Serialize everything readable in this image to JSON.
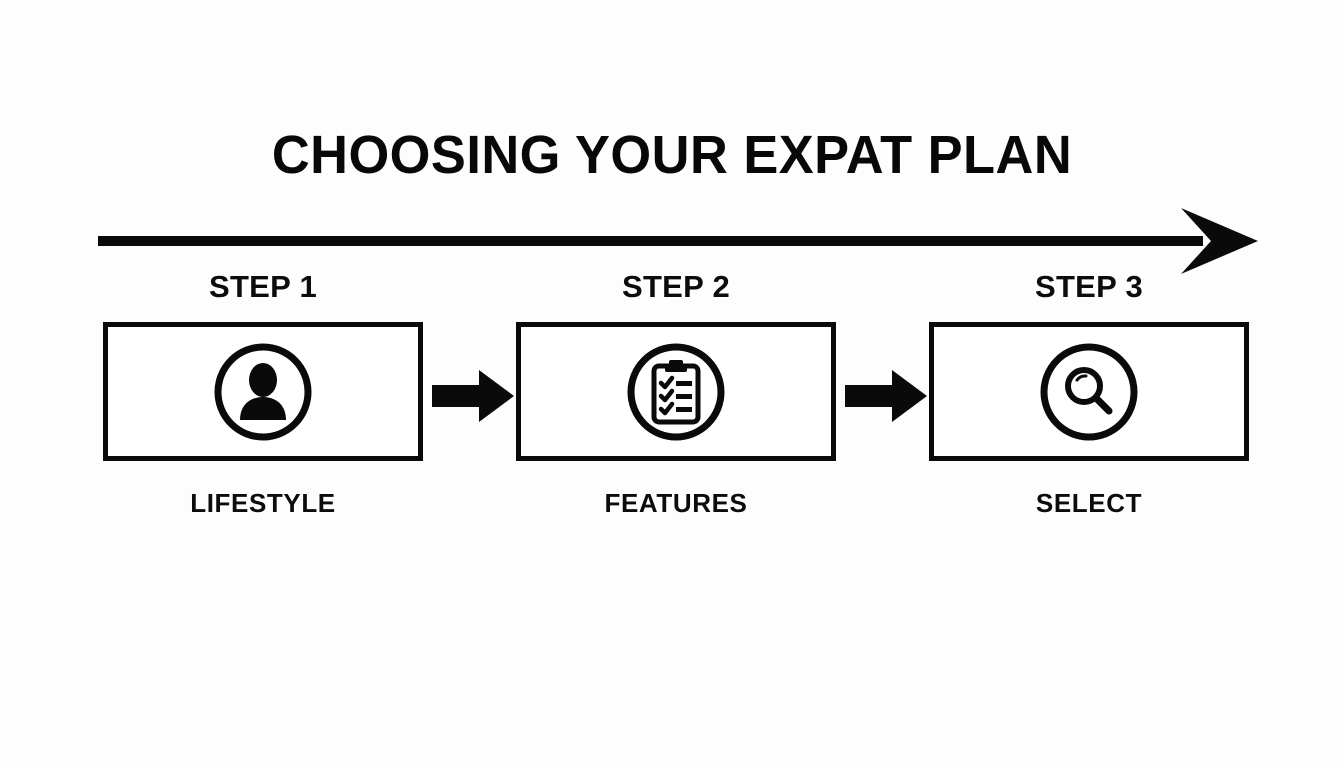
{
  "slide": {
    "title": "CHOOSING YOUR EXPAT PLAN",
    "background_color": "#fdfdfd",
    "ink_color": "#0a0a0a"
  },
  "flow": {
    "master_arrow": {
      "icon": "long-right-arrow-icon",
      "direction": "right"
    },
    "steps": [
      {
        "step_label": "STEP 1",
        "caption": "LIFESTYLE",
        "icon": "person-circle-icon"
      },
      {
        "step_label": "STEP 2",
        "caption": "FEATURES",
        "icon": "clipboard-checklist-circle-icon"
      },
      {
        "step_label": "STEP 3",
        "caption": "SELECT",
        "icon": "magnifier-circle-icon"
      }
    ],
    "connectors": [
      {
        "icon": "right-arrow-icon"
      },
      {
        "icon": "right-arrow-icon"
      }
    ]
  }
}
